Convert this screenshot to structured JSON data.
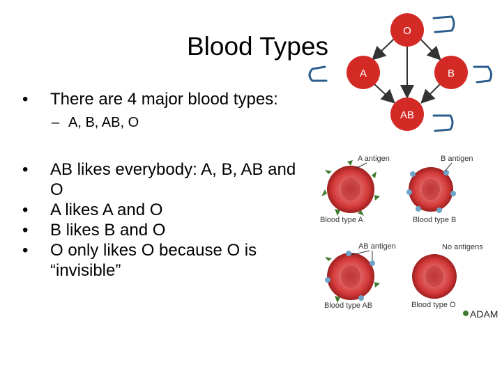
{
  "slide": {
    "title": "Blood Types",
    "bullets": [
      "There are 4 major blood types:",
      "AB likes everybody: A, B, AB and O",
      "A likes A and O",
      "B likes B and O",
      "O only likes O because O is “invisible”"
    ],
    "sub_bullet": "A, B, AB, O"
  },
  "diagram": {
    "nodes": [
      "O",
      "A",
      "B",
      "AB"
    ],
    "node_color": "#d42a26"
  },
  "illustration": {
    "labels": {
      "a_antigen": "A antigen",
      "b_antigen": "B antigen",
      "ab_antigen": "AB antigen",
      "no_antigens": "No antigens",
      "type_a": "Blood type A",
      "type_b": "Blood type B",
      "type_ab": "Blood type AB",
      "type_o": "Blood type O"
    },
    "logo": "ADAM"
  }
}
